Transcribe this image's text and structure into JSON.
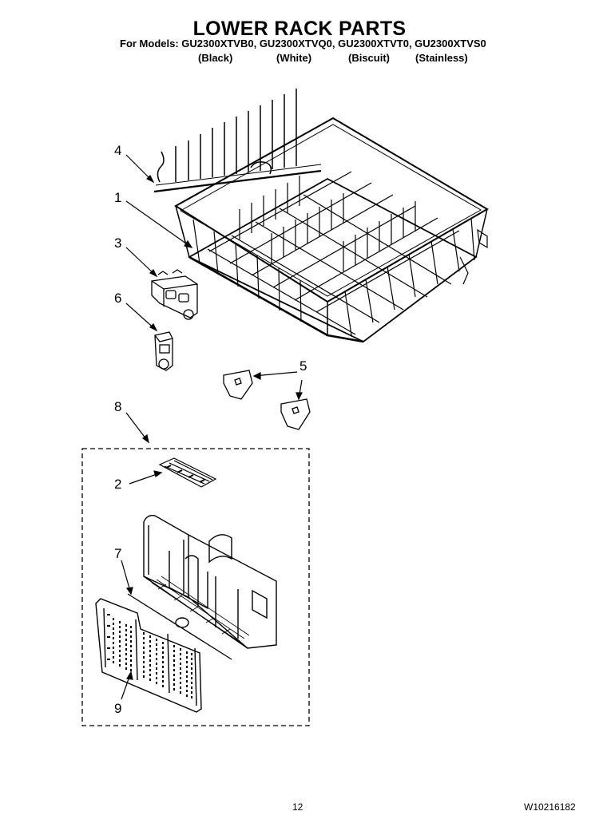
{
  "header": {
    "title": "LOWER RACK PARTS",
    "models_line": "For Models: GU2300XTVB0, GU2300XTVQ0, GU2300XTVT0, GU2300XTVS0",
    "colors": [
      "(Black)",
      "(White)",
      "(Biscuit)",
      "(Stainless)"
    ]
  },
  "callouts": {
    "c1": "1",
    "c2": "2",
    "c3": "3",
    "c4": "4",
    "c5": "5",
    "c6": "6",
    "c7": "7",
    "c8": "8",
    "c9": "9"
  },
  "footer": {
    "page_number": "12",
    "document_number": "W10216182"
  }
}
